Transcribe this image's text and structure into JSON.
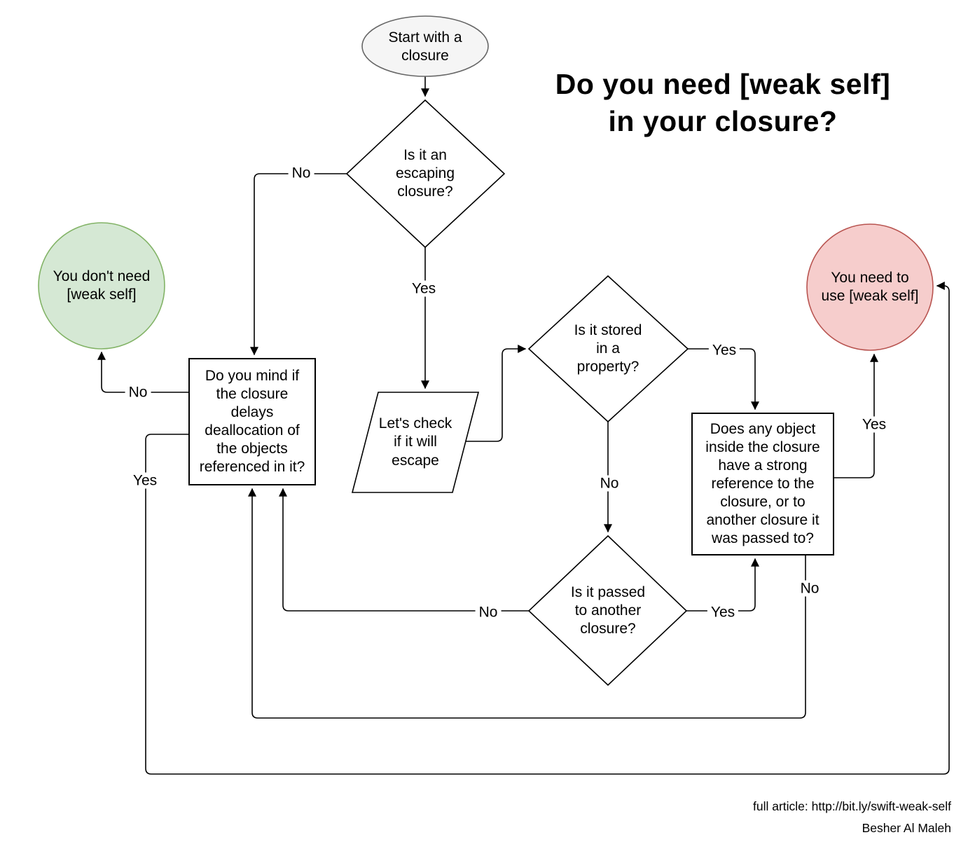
{
  "title": "Do you need [weak self]\nin your closure?",
  "footer": "full article: http://bit.ly/swift-weak-self\nBesher Al Maleh",
  "nodes": {
    "start": {
      "text": "Start with a\nclosure"
    },
    "escaping": {
      "text": "Is it an\nescaping\nclosure?"
    },
    "dont_need": {
      "text": "You don't need\n[weak self]"
    },
    "need": {
      "text": "You need to\nuse [weak self]"
    },
    "mind_delay": {
      "text": "Do you mind if\nthe closure\ndelays\ndeallocation of\nthe objects\nreferenced in it?"
    },
    "check_escape": {
      "text": "Let's check\nif it will\nescape"
    },
    "stored_property": {
      "text": "Is it stored\nin a\nproperty?"
    },
    "strong_ref": {
      "text": "Does any object\ninside the closure\nhave a strong\nreference to the\nclosure, or to\nanother closure it\nwas passed to?"
    },
    "passed_closure": {
      "text": "Is it passed\nto another\nclosure?"
    }
  },
  "edge_labels": {
    "escaping_no": "No",
    "escaping_yes": "Yes",
    "stored_yes": "Yes",
    "stored_no": "No",
    "passed_yes": "Yes",
    "passed_no": "No",
    "strongref_no": "No",
    "strongref_yes": "Yes",
    "mind_no": "No",
    "mind_yes": "Yes"
  },
  "colors": {
    "terminal_green_fill": "#d5e8d4",
    "terminal_green_stroke": "#82b366",
    "terminal_red_fill": "#f6cdcc",
    "terminal_red_stroke": "#b85450",
    "start_fill": "#f5f5f5",
    "start_stroke": "#666666",
    "shape_fill": "#ffffff",
    "shape_stroke": "#000000",
    "line": "#000000"
  }
}
